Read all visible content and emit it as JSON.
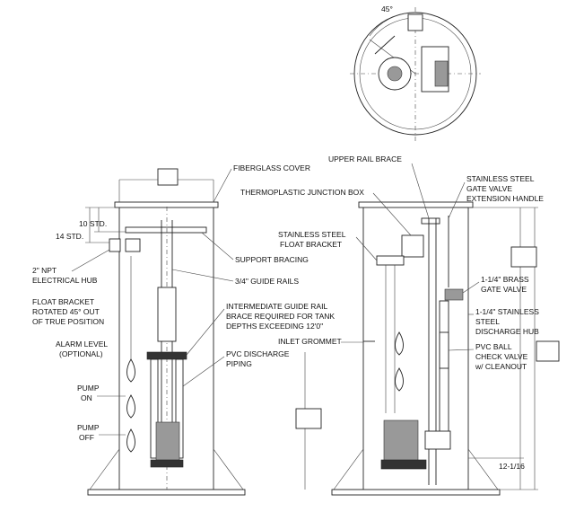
{
  "top_view": {
    "angle_label": "45°"
  },
  "left_view": {
    "fiberglass_cover": "FIBERGLASS COVER",
    "dim_10_std": "10 STD.",
    "dim_14_std": "14 STD.",
    "electrical_hub": [
      "2\" NPT",
      "ELECTRICAL HUB"
    ],
    "support_bracing": "SUPPORT BRACING",
    "guide_rails": "3/4\" GUIDE RAILS",
    "float_bracket": [
      "FLOAT BRACKET",
      "ROTATED 45° OUT",
      "OF TRUE POSITION"
    ],
    "intermediate_brace": [
      "INTERMEDIATE GUIDE RAIL",
      "BRACE REQUIRED FOR TANK",
      "DEPTHS EXCEEDING 12'0\""
    ],
    "alarm_level": [
      "ALARM LEVEL",
      "(OPTIONAL)"
    ],
    "pvc_discharge": [
      "PVC DISCHARGE",
      "PIPING"
    ],
    "pump_on": [
      "PUMP",
      "ON"
    ],
    "pump_off": [
      "PUMP",
      "OFF"
    ]
  },
  "right_view": {
    "upper_rail_brace": "UPPER RAIL BRACE",
    "junction_box": "THERMOPLASTIC JUNCTION BOX",
    "gate_valve_handle": [
      "STAINLESS STEEL",
      "GATE VALVE",
      "EXTENSION HANDLE"
    ],
    "ss_float_bracket": [
      "STAINLESS STEEL",
      "FLOAT BRACKET"
    ],
    "brass_gate_valve": [
      "1-1/4\" BRASS",
      "GATE VALVE"
    ],
    "ss_discharge_hub": [
      "1-1/4\" STAINLESS",
      "STEEL",
      "DISCHARGE HUB"
    ],
    "inlet_grommet": "INLET GROMMET",
    "check_valve": [
      "PVC BALL",
      "CHECK VALVE",
      "w/ CLEANOUT"
    ],
    "dim_bottom": "12-1/16"
  }
}
